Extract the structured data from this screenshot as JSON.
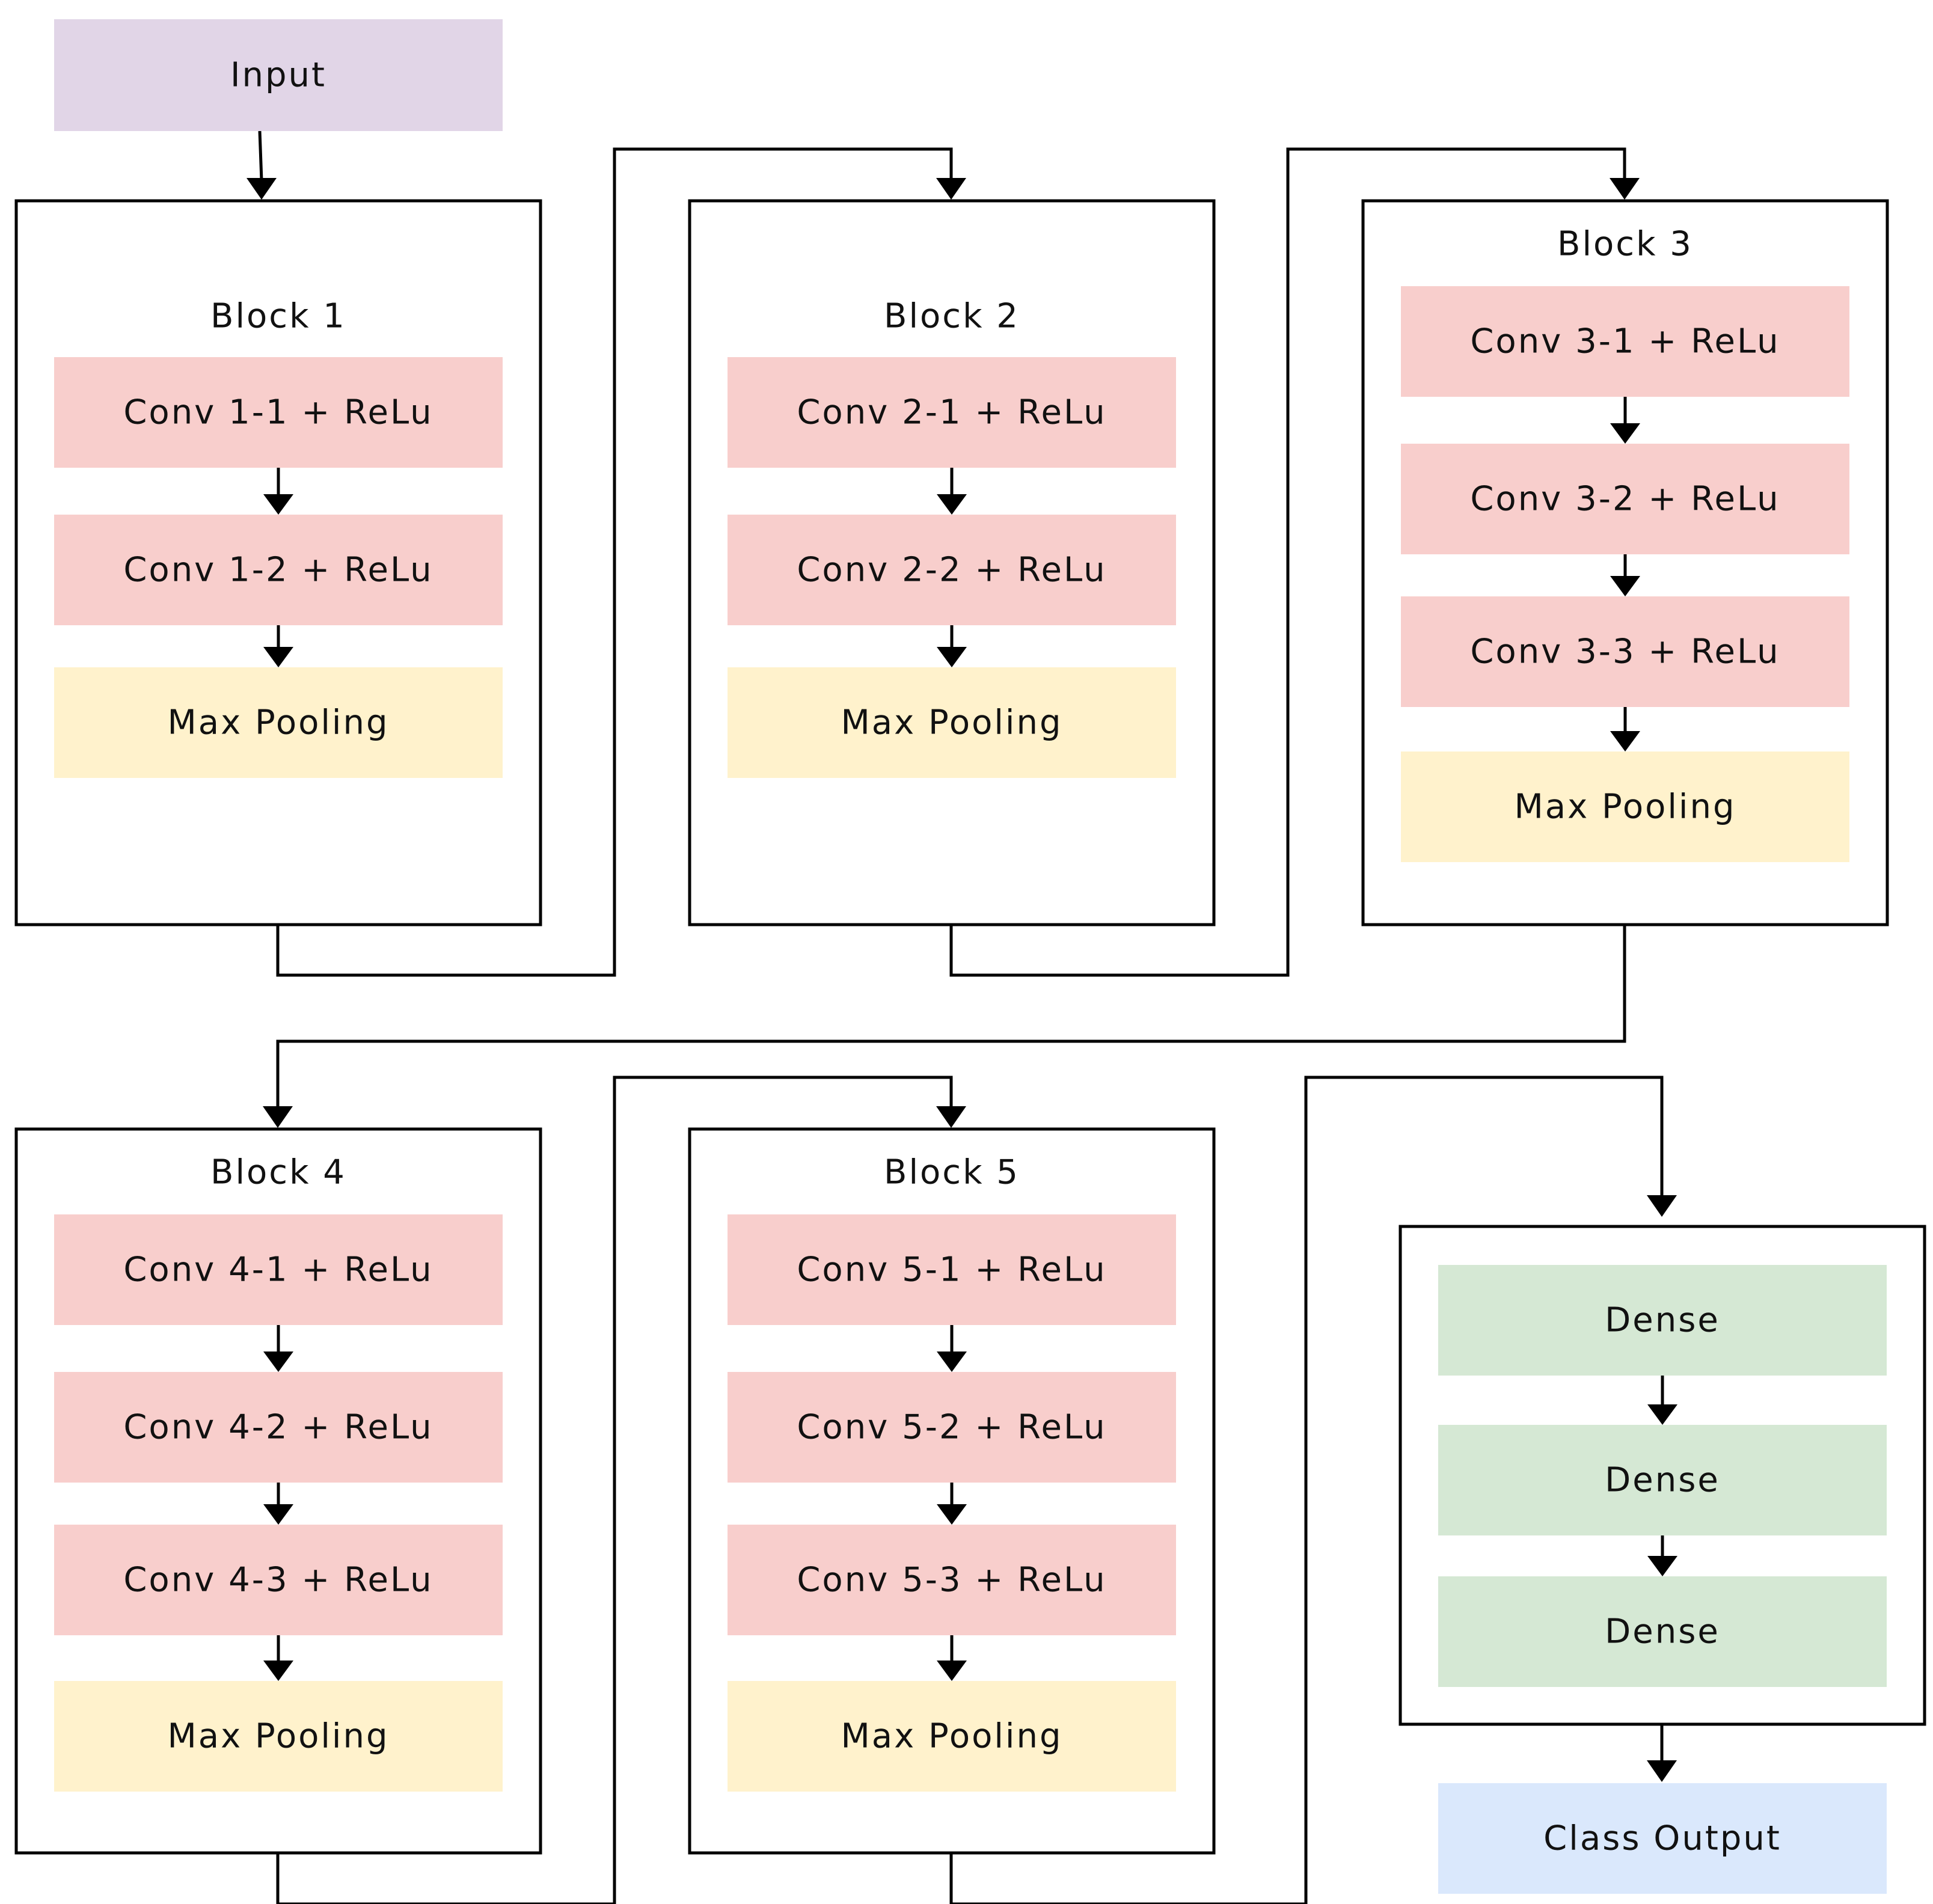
{
  "colors": {
    "input": "#e1d5e7",
    "conv": "#f8cecc",
    "pool": "#fff2cc",
    "dense": "#d5e8d4",
    "output": "#dae8fc",
    "line": "#000000"
  },
  "input": {
    "label": "Input"
  },
  "blocks": [
    {
      "title": "Block 1",
      "layers": [
        {
          "kind": "conv",
          "label": "Conv 1-1 + ReLu"
        },
        {
          "kind": "conv",
          "label": "Conv 1-2 + ReLu"
        },
        {
          "kind": "pool",
          "label": "Max Pooling"
        }
      ]
    },
    {
      "title": "Block 2",
      "layers": [
        {
          "kind": "conv",
          "label": "Conv 2-1 + ReLu"
        },
        {
          "kind": "conv",
          "label": "Conv 2-2 + ReLu"
        },
        {
          "kind": "pool",
          "label": "Max Pooling"
        }
      ]
    },
    {
      "title": "Block 3",
      "layers": [
        {
          "kind": "conv",
          "label": "Conv 3-1 + ReLu"
        },
        {
          "kind": "conv",
          "label": "Conv 3-2 + ReLu"
        },
        {
          "kind": "conv",
          "label": "Conv 3-3 + ReLu"
        },
        {
          "kind": "pool",
          "label": "Max Pooling"
        }
      ]
    },
    {
      "title": "Block 4",
      "layers": [
        {
          "kind": "conv",
          "label": "Conv 4-1 + ReLu"
        },
        {
          "kind": "conv",
          "label": "Conv 4-2 + ReLu"
        },
        {
          "kind": "conv",
          "label": "Conv 4-3 + ReLu"
        },
        {
          "kind": "pool",
          "label": "Max Pooling"
        }
      ]
    },
    {
      "title": "Block 5",
      "layers": [
        {
          "kind": "conv",
          "label": "Conv 5-1 + ReLu"
        },
        {
          "kind": "conv",
          "label": "Conv 5-2 + ReLu"
        },
        {
          "kind": "conv",
          "label": "Conv 5-3 + ReLu"
        },
        {
          "kind": "pool",
          "label": "Max Pooling"
        }
      ]
    }
  ],
  "classifier": {
    "layers": [
      {
        "kind": "dense",
        "label": "Dense"
      },
      {
        "kind": "dense",
        "label": "Dense"
      },
      {
        "kind": "dense",
        "label": "Dense"
      }
    ]
  },
  "output": {
    "label": "Class Output"
  }
}
